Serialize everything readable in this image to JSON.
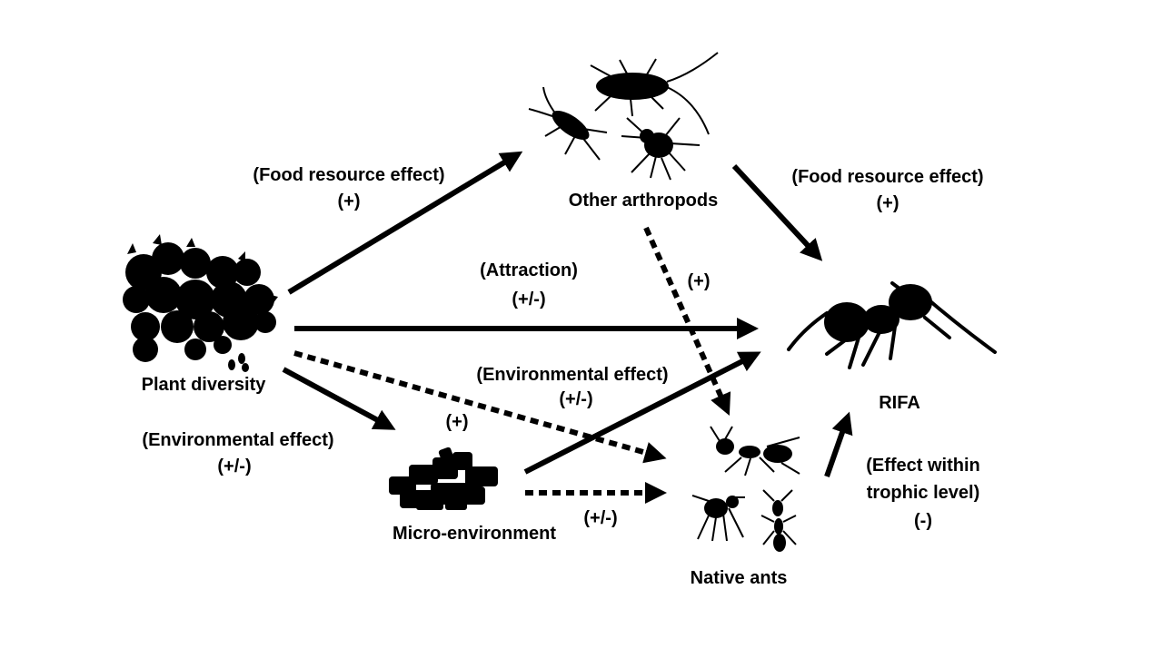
{
  "nodes": {
    "plant": "Plant diversity",
    "arthropods": "Other arthropods",
    "micro": "Micro-environment",
    "native": "Native ants",
    "rifa": "RIFA"
  },
  "edges": {
    "plant_arthropods": {
      "effect": "(Food resource effect)",
      "sign": "(+)"
    },
    "arthropods_rifa": {
      "effect": "(Food resource effect)",
      "sign": "(+)"
    },
    "plant_rifa": {
      "effect": "(Attraction)",
      "sign": "(+/-)"
    },
    "arthropods_native": {
      "sign": "(+)"
    },
    "micro_rifa": {
      "effect": "(Environmental effect)",
      "sign": "(+/-)"
    },
    "plant_native": {
      "sign": "(+)"
    },
    "plant_micro": {
      "effect": "(Environmental effect)",
      "sign": "(+/-)"
    },
    "micro_native": {
      "sign": "(+/-)"
    },
    "native_rifa": {
      "effect_line1": "(Effect within",
      "effect_line2": "trophic level)",
      "sign": "(-)"
    }
  },
  "icons": [
    "plant-silhouette-icon",
    "cockroach-icon",
    "cricket-icon",
    "spider-icon",
    "ant-icon",
    "micro-environment-blocks-icon"
  ]
}
